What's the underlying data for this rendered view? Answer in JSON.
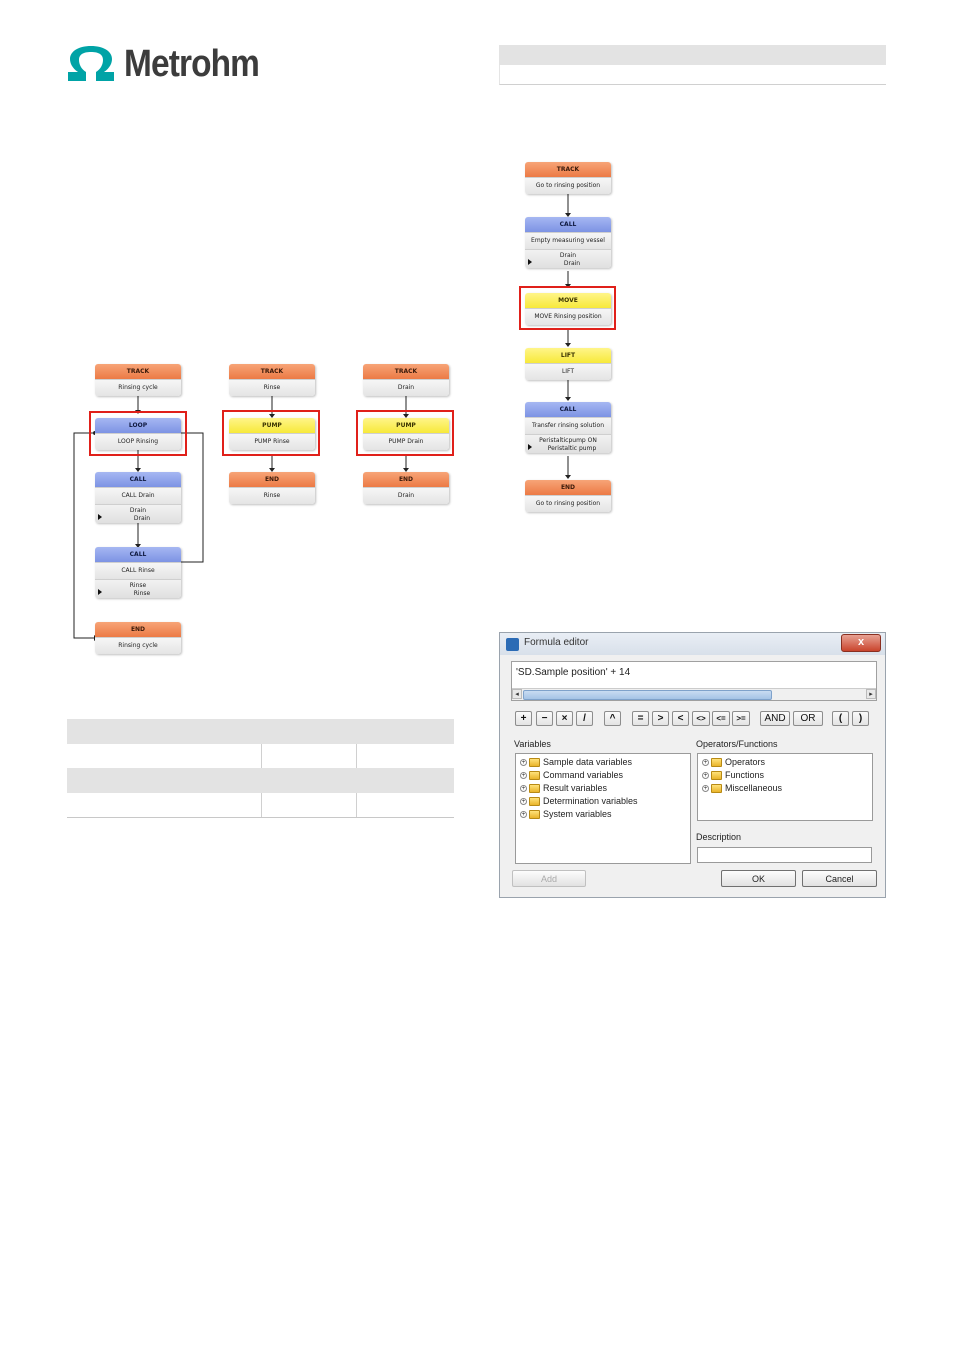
{
  "logo": {
    "text": "Metrohm",
    "color": "#00a3a6"
  },
  "flow_left": {
    "track": {
      "type": "TRACK",
      "name": "Rinsing cycle"
    },
    "loop": {
      "type": "LOOP",
      "name": "LOOP Rinsing"
    },
    "call_drain": {
      "type": "CALL",
      "name": "CALL Drain",
      "sub1": "Drain",
      "sub2": "Drain"
    },
    "call_rinse": {
      "type": "CALL",
      "name": "CALL Rinse",
      "sub1": "Rinse",
      "sub2": "Rinse"
    },
    "end": {
      "type": "END",
      "name": "Rinsing cycle"
    }
  },
  "flow_mid": {
    "track": {
      "type": "TRACK",
      "name": "Rinse"
    },
    "pump": {
      "type": "PUMP",
      "name": "PUMP Rinse"
    },
    "end": {
      "type": "END",
      "name": "Rinse"
    }
  },
  "flow_right": {
    "track": {
      "type": "TRACK",
      "name": "Drain"
    },
    "pump": {
      "type": "PUMP",
      "name": "PUMP Drain"
    },
    "end": {
      "type": "END",
      "name": "Drain"
    }
  },
  "flow_top_right": {
    "track": {
      "type": "TRACK",
      "name": "Go to rinsing position"
    },
    "call1": {
      "type": "CALL",
      "name": "Empty measuring vessel",
      "sub1": "Drain",
      "sub2": "Drain"
    },
    "move": {
      "type": "MOVE",
      "name": "MOVE Rinsing position"
    },
    "lift": {
      "type": "LIFT",
      "name": "LIFT"
    },
    "call2": {
      "type": "CALL",
      "name": "Transfer rinsing solution",
      "sub1": "Peristalticpump ON",
      "sub2": "Peristaltic pump"
    },
    "end": {
      "type": "END",
      "name": "Go to rinsing position"
    }
  },
  "dialog": {
    "title": "Formula editor",
    "close": "x",
    "formula": "'SD.Sample position' + 14",
    "scroll_left": "◂",
    "scroll_right": "▸",
    "operators": [
      "+",
      "−",
      "×",
      "/",
      "^",
      "=",
      ">",
      "<",
      "<>",
      "<=",
      ">=",
      "AND",
      "OR",
      "(",
      ")"
    ],
    "variables_label": "Variables",
    "variables": [
      "Sample data variables",
      "Command variables",
      "Result variables",
      "Determination variables",
      "System variables"
    ],
    "opfunc_label": "Operators/Functions",
    "opfunc": [
      "Operators",
      "Functions",
      "Miscellaneous"
    ],
    "description_label": "Description",
    "add": "Add",
    "ok": "OK",
    "cancel": "Cancel"
  }
}
